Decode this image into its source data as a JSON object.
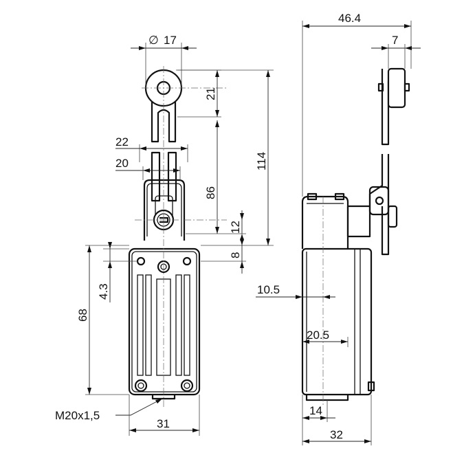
{
  "dimensions": {
    "diameter_symbol": "∅",
    "roller_diameter": "17",
    "roller_to_slot": "21",
    "slot_width_outer": "22",
    "slot_width_inner": "20",
    "lever_height": "86",
    "overall_height": "114",
    "pivot_offset": "12",
    "head_offset": "8",
    "mount_hole_offset": "4.3",
    "body_height": "68",
    "thread": "M20x1,5",
    "body_width": "31",
    "overall_depth": "46.4",
    "roller_depth": "7",
    "pivot_depth": "10.5",
    "body_mid_depth": "20.5",
    "conduit_offset": "14",
    "body_depth": "32"
  }
}
